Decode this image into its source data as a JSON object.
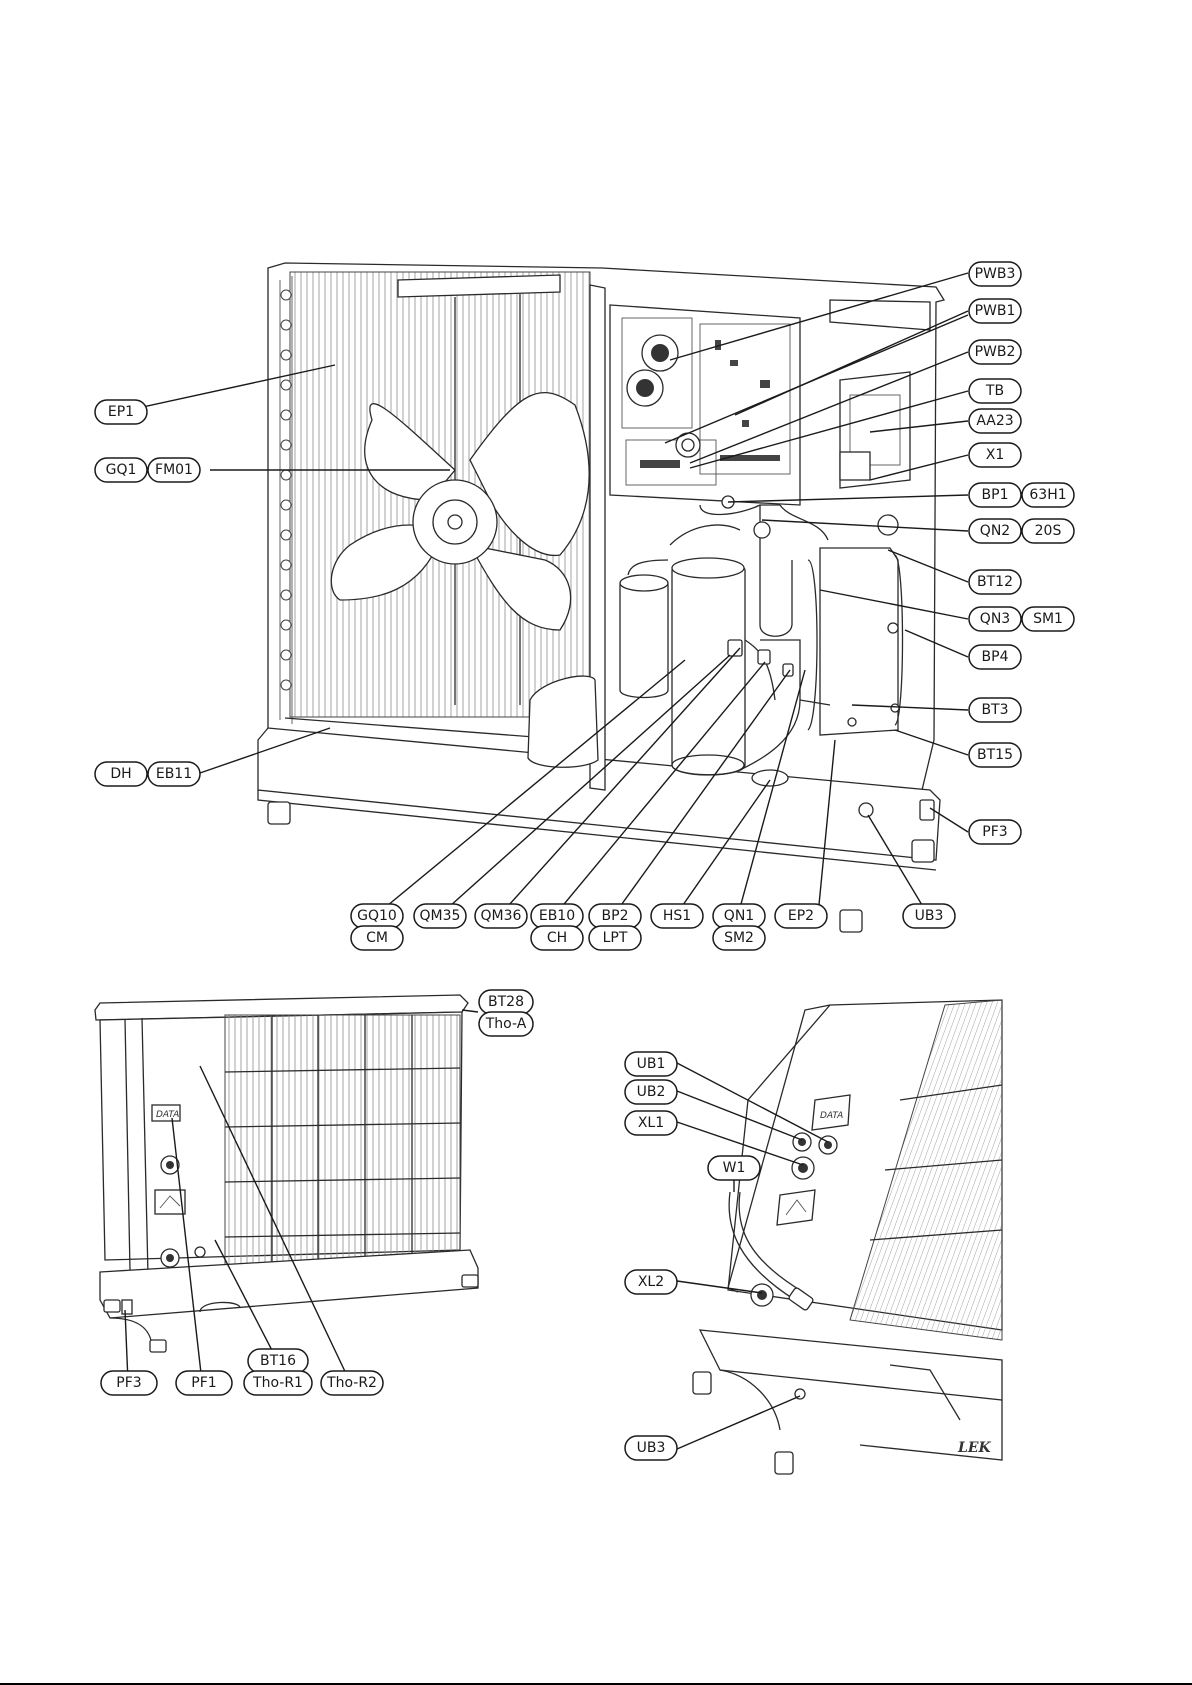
{
  "figure_1": {
    "labels": {
      "pwb3": "PWB3",
      "pwb1": "PWB1",
      "pwb2": "PWB2",
      "tb": "TB",
      "aa23": "AA23",
      "x1": "X1",
      "bp1": "BP1",
      "h63h1": "63H1",
      "qn2": "QN2",
      "s20s": "20S",
      "bt12": "BT12",
      "qn3": "QN3",
      "sm1": "SM1",
      "bp4": "BP4",
      "bt3": "BT3",
      "bt15": "BT15",
      "pf3": "PF3",
      "ub3": "UB3",
      "ep2": "EP2",
      "qn1": "QN1",
      "sm2": "SM2",
      "hs1": "HS1",
      "bp2": "BP2",
      "lpt": "LPT",
      "eb10": "EB10",
      "ch": "CH",
      "qm36": "QM36",
      "qm35": "QM35",
      "gq10": "GQ10",
      "cm": "CM",
      "ep1": "EP1",
      "gq1": "GQ1",
      "fm01": "FM01",
      "dh": "DH",
      "eb11": "EB11"
    }
  },
  "figure_2": {
    "labels": {
      "bt28": "BT28",
      "tho_a": "Tho-A",
      "pf3": "PF3",
      "pf1": "PF1",
      "bt16": "BT16",
      "tho_r1": "Tho-R1",
      "tho_r2": "Tho-R2"
    },
    "plate": "DATA"
  },
  "figure_3": {
    "labels": {
      "ub1": "UB1",
      "ub2": "UB2",
      "xl1": "XL1",
      "w1": "W1",
      "xl2": "XL2",
      "ub3": "UB3"
    },
    "plate": "DATA",
    "logo": "LEK"
  }
}
